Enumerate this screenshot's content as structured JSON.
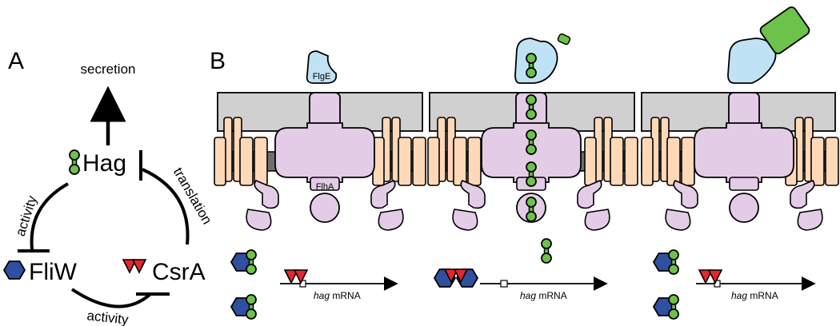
{
  "panel_a": {
    "label": "A",
    "secretion": "secretion",
    "hag": "Hag",
    "fliw": "FliW",
    "csra": "CsrA",
    "translation": "translation",
    "activity_left": "activity",
    "activity_bottom": "activity"
  },
  "panel_b": {
    "label": "B",
    "flge": "FlgE",
    "flha": "FlhA",
    "mrna_1": "hag mRNA",
    "mrna_2": "hag mRNA",
    "mrna_3": "hag mRNA",
    "mrna_italic_word": "hag",
    "mrna_suffix": " mRNA"
  },
  "colors": {
    "membrane": "#d0d0d0",
    "inner_membrane": "#6e6e6e",
    "motor": "#ffd8b8",
    "flagellar": "#e3cce6",
    "flge": "#bfe3f5",
    "hag": "#6cc24a",
    "fliw": "#2f4f9f",
    "csra": "#e5262a"
  }
}
